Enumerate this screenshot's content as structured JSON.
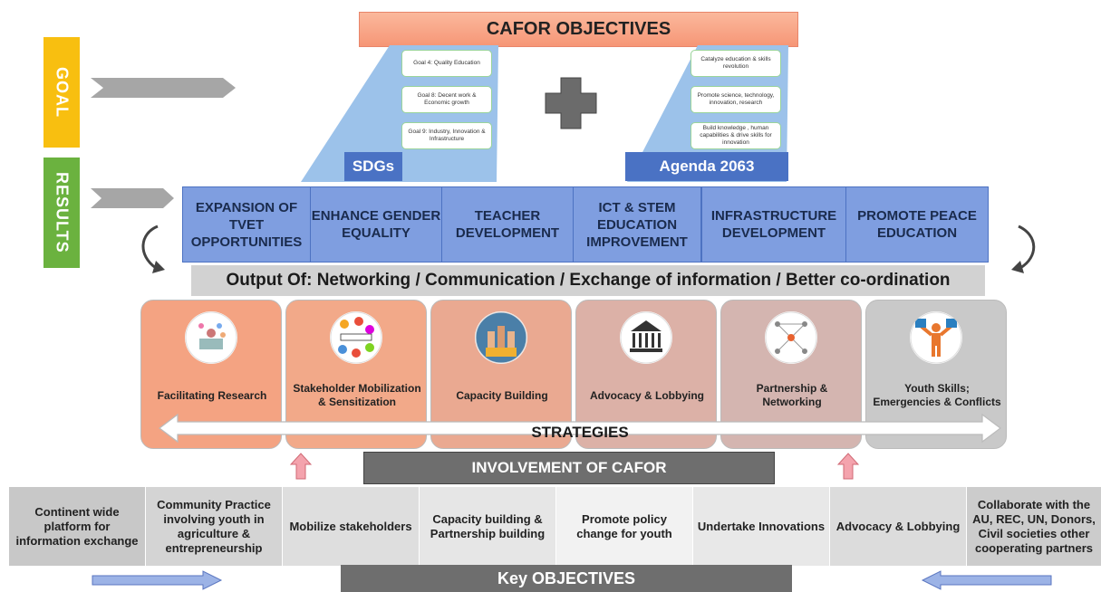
{
  "title": "CAFOR OBJECTIVES",
  "side": {
    "goal": "GOAL",
    "results": "RESULTS"
  },
  "sdgs": {
    "label": "SDGs",
    "items": [
      "Goal 4: Quality Education",
      "Goal 8: Decent work & Economic growth",
      "Goal 9: Industry, Innovation & Infrastructure"
    ]
  },
  "agenda": {
    "label": "Agenda 2063",
    "items": [
      "Catalyze education & skills revolution",
      "Promote science, technology, innovation, research",
      "Build knowledge , human capabilities & drive skills for innovation"
    ]
  },
  "results": [
    "EXPANSION OF TVET OPPORTUNITIES",
    "ENHANCE GENDER EQUALITY",
    "TEACHER DEVELOPMENT",
    "ICT & STEM EDUCATION IMPROVEMENT",
    "INFRASTRUCTURE DEVELOPMENT",
    "PROMOTE PEACE EDUCATION"
  ],
  "output": "Output Of: Networking / Communication /  Exchange of information / Better co-ordination",
  "strategies": {
    "label": "STRATEGIES",
    "items": [
      {
        "label": "Facilitating Research",
        "color": "#f4a382",
        "icon": "research-desk-icon"
      },
      {
        "label": "Stakeholder Mobilization & Sensitization",
        "color": "#f2a989",
        "icon": "stakeholders-icon"
      },
      {
        "label": "Capacity Building",
        "color": "#eaa991",
        "icon": "thumbs-up-icon"
      },
      {
        "label": "Advocacy & Lobbying",
        "color": "#dcb1a7",
        "icon": "institution-building-icon"
      },
      {
        "label": "Partnership & Networking",
        "color": "#d4b5b0",
        "icon": "network-icon"
      },
      {
        "label": "Youth Skills; Emergencies & Conflicts",
        "color": "#c9c9c9",
        "icon": "youth-person-icon"
      }
    ]
  },
  "involvement": "INVOLVEMENT OF CAFOR",
  "key_objectives": {
    "label": "Key  OBJECTIVES",
    "items": [
      "Continent wide platform for information exchange",
      "Community Practice involving youth in agriculture & entrepreneurship",
      "Mobilize stakeholders",
      "Capacity building & Partnership building",
      "Promote policy change for youth",
      "Undertake Innovations",
      "Advocacy & Lobbying",
      "Collaborate with the AU, REC, UN, Donors, Civil societies other cooperating partners"
    ],
    "colors": [
      "#c8c8c8",
      "#d4d4d4",
      "#dedede",
      "#e6e6e6",
      "#f2f2f2",
      "#e8e8e8",
      "#dcdcdc",
      "#cccccc"
    ]
  }
}
